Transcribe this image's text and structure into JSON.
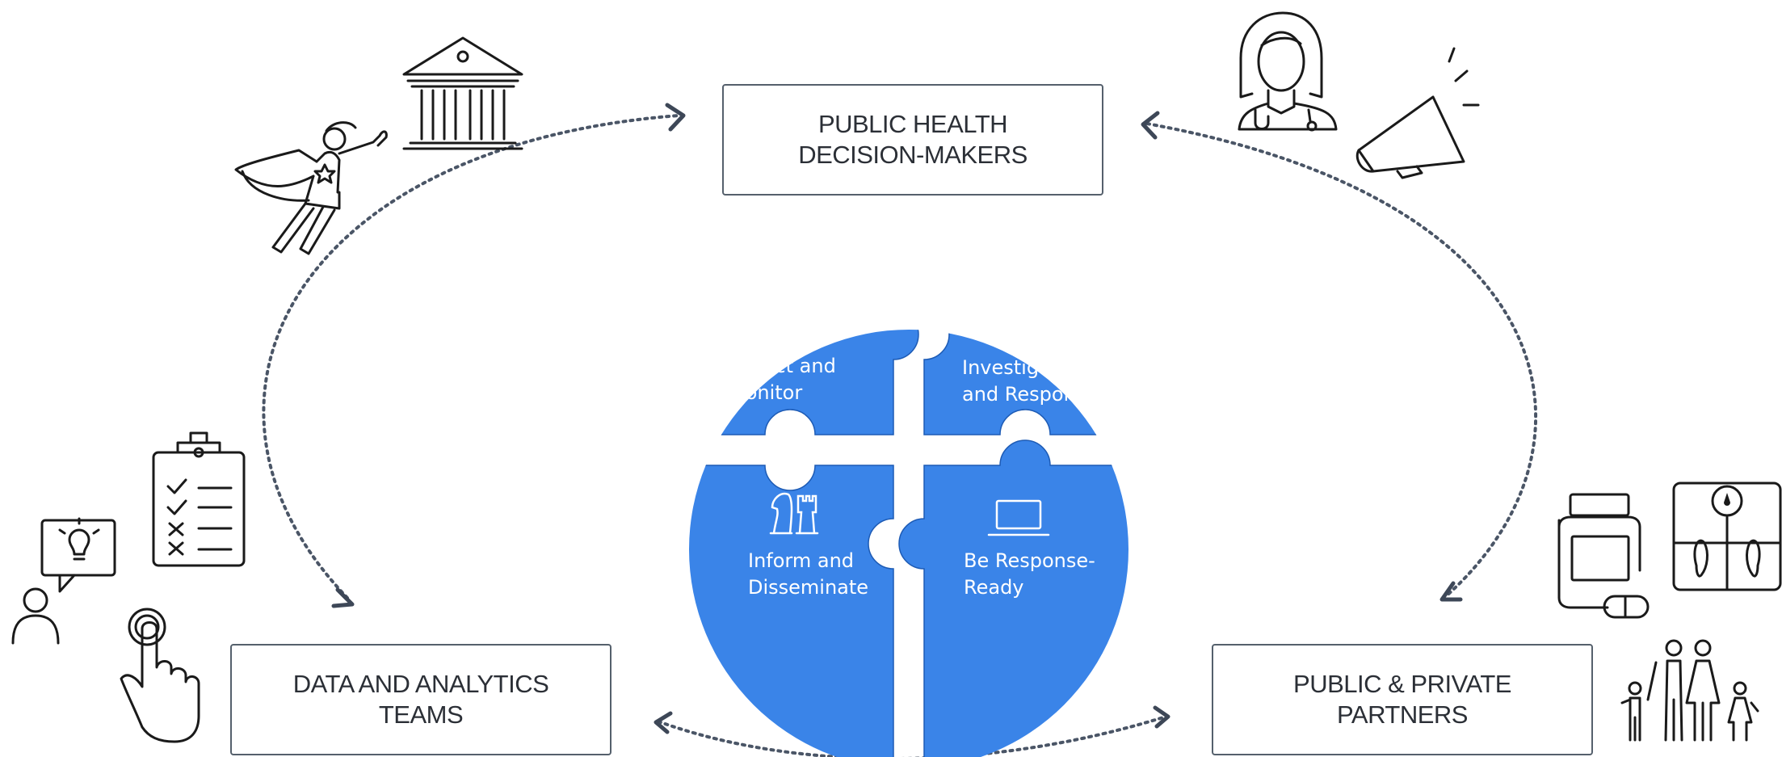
{
  "boxes": {
    "top": {
      "line1": "PUBLIC HEALTH",
      "line2": "DECISION-MAKERS"
    },
    "left": {
      "line1": "DATA AND ANALYTICS",
      "line2": "TEAMS"
    },
    "right": {
      "line1": "PUBLIC & PRIVATE",
      "line2": "PARTNERS"
    }
  },
  "puzzle": {
    "tl": {
      "line1": "Detect and",
      "line2": "Monitor",
      "icon": "target-icon"
    },
    "tr": {
      "line1": "Investigate",
      "line2": "and Respond",
      "icon": "lightbulb-icon"
    },
    "bl": {
      "line1": "Inform and",
      "line2": "Disseminate",
      "icon": "chess-icon"
    },
    "br": {
      "line1": "Be Response-",
      "line2": "Ready",
      "icon": "laptop-icon"
    }
  },
  "colors": {
    "puzzle": "#3a84e8",
    "stroke": "#1a1a1a",
    "arrow": "#4a5566",
    "box_border": "#55606c"
  }
}
